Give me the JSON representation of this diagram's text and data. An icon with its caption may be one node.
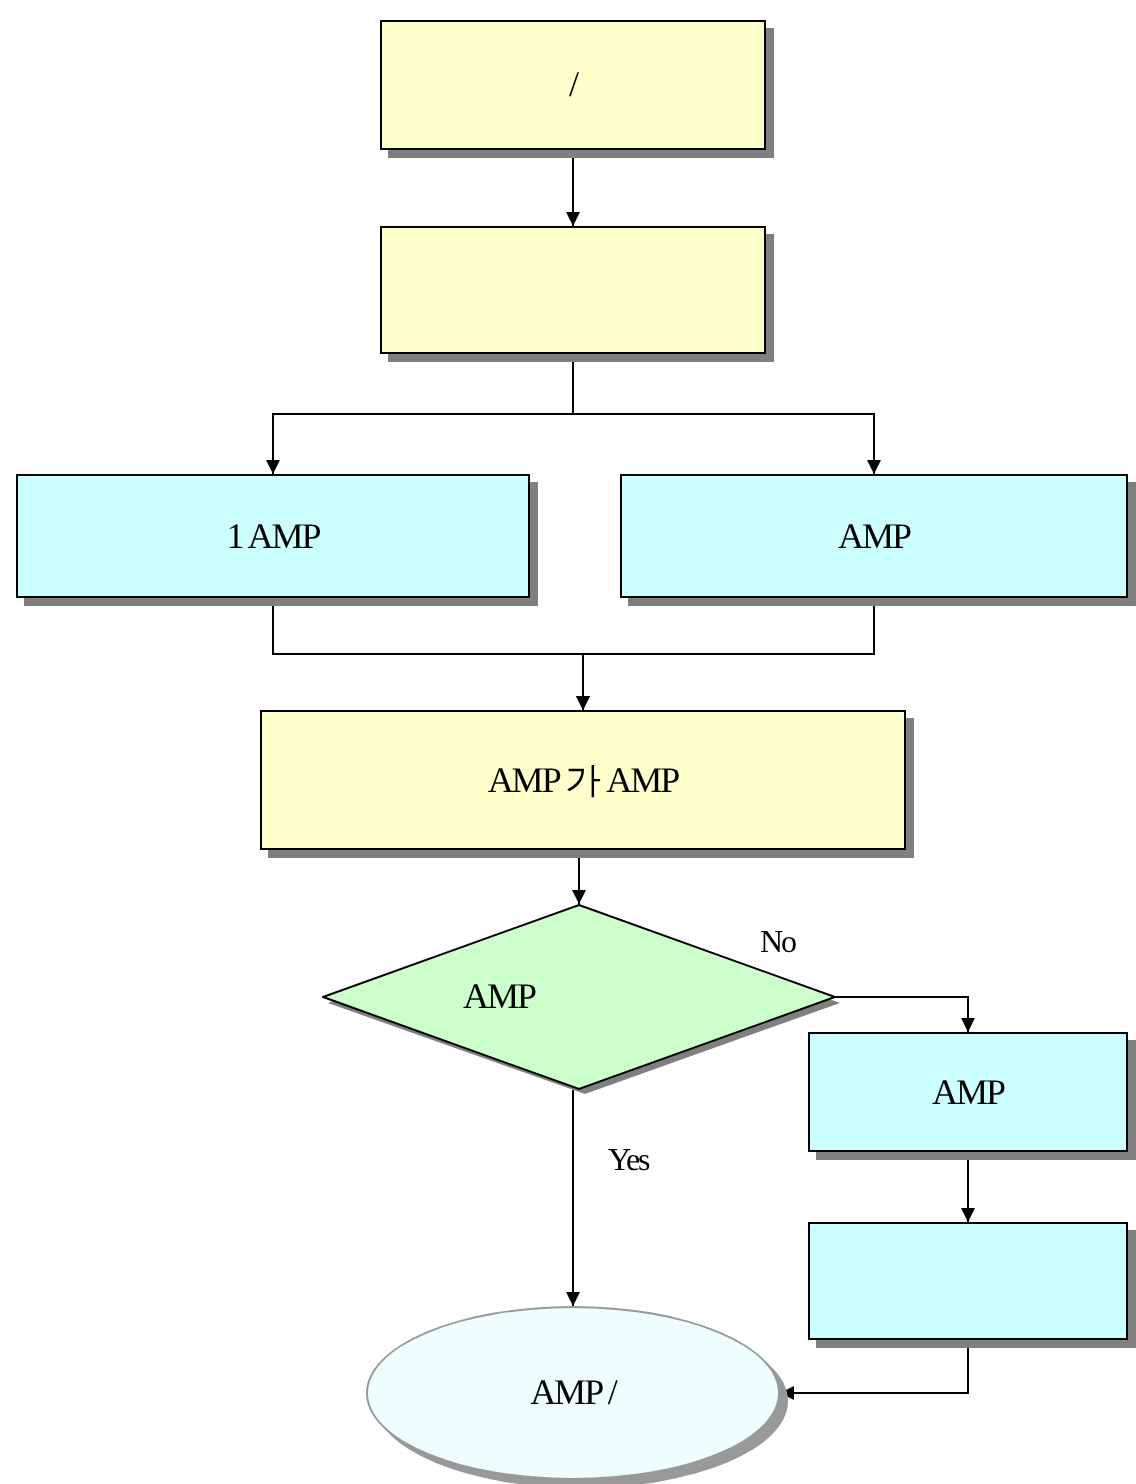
{
  "diagram": {
    "nodes": [
      {
        "text": [
          "/"
        ]
      },
      {
        "text": [],
        "shape": "box"
      },
      {
        "text": [
          "1 AMP"
        ]
      },
      {
        "text": [
          "AMP"
        ]
      },
      {
        "text": [
          "AMP 가 AMP"
        ]
      },
      {
        "text": [
          "AMP"
        ]
      },
      {
        "text": [
          "AMP"
        ]
      },
      {
        "text": [],
        "shape": "box"
      },
      {
        "text": [
          "AMP /"
        ]
      }
    ],
    "edges": [
      {
        "from": 0,
        "to": 1,
        "arrow": "to"
      },
      {
        "from": 1,
        "to": 2,
        "arrow": "to"
      },
      {
        "from": 1,
        "to": 3,
        "arrow": "to"
      },
      {
        "from": 2,
        "to": 4,
        "arrow": "to"
      },
      {
        "from": 3,
        "to": 4,
        "arrow": "to"
      },
      {
        "from": 4,
        "to": 5,
        "arrow": "to"
      },
      {
        "from": 5,
        "to": 6,
        "arrow": "to",
        "label": "No"
      },
      {
        "from": 5,
        "to": 8,
        "arrow": "to",
        "label": "Yes"
      },
      {
        "from": 6,
        "to": 7,
        "arrow": "to"
      },
      {
        "from": 7,
        "to": 8,
        "arrow": "to"
      }
    ]
  }
}
